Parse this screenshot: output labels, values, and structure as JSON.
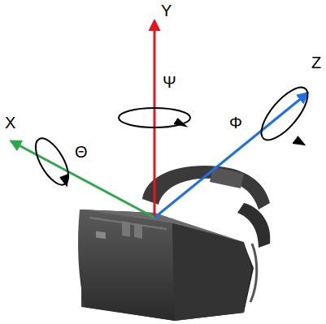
{
  "diagram": {
    "labels": [
      "Y",
      "Ψ",
      "X",
      "Θ",
      "Z",
      "Φ"
    ]
  }
}
